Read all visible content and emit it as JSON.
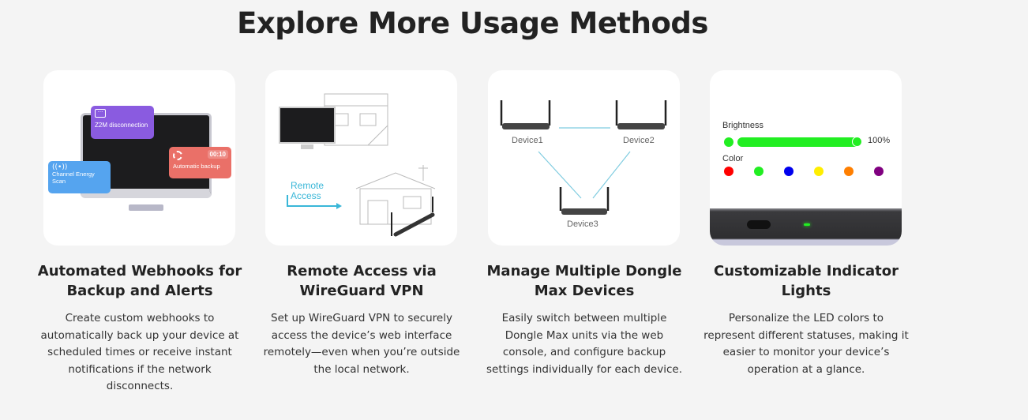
{
  "heading": "Explore More Usage Methods",
  "features": [
    {
      "title": "Automated Webhooks for Backup and Alerts",
      "description": "Create custom webhooks to automatically back up your device at scheduled times or receive instant notifications if the network disconnects.",
      "image": {
        "notification_1": "Z2M disconnection",
        "notification_2": "Channel Energy Scan",
        "notification_3": "Automatic backup",
        "timer": "00:10"
      }
    },
    {
      "title": "Remote Access via WireGuard VPN",
      "description": "Set up WireGuard VPN to securely access the device’s web interface remotely—even when you’re outside the local network.",
      "image": {
        "label": "Remote Access"
      }
    },
    {
      "title": "Manage Multiple Dongle Max Devices",
      "description": "Easily switch between multiple Dongle Max units via the web console, and configure backup settings individually for each device.",
      "image": {
        "devices": [
          "Device1",
          "Device2",
          "Device3"
        ]
      }
    },
    {
      "title": "Customizable Indicator Lights",
      "description": "Personalize the LED colors to represent different statuses, making it easier to monitor your device’s operation at a glance.",
      "image": {
        "brightness_label": "Brightness",
        "brightness_value": "100%",
        "brightness_percent": 100,
        "color_label": "Color",
        "colors": [
          "#ff0000",
          "#22ee22",
          "#0000ee",
          "#ffee00",
          "#ff7f00",
          "#800080"
        ]
      }
    }
  ]
}
